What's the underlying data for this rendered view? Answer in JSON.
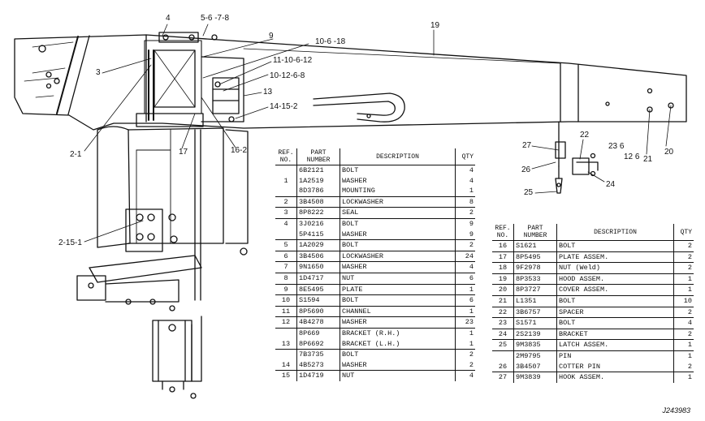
{
  "callouts": {
    "c4": "4",
    "c5678": "5-6 -7-8",
    "c9": "9",
    "c10618": "10-6 -18",
    "c3": "3",
    "c1106": "11-10-6-12",
    "c1012": "10-12-6-8",
    "c13": "13",
    "c14152": "14-15-2",
    "c21": "2-1",
    "c17": "17",
    "c162": "16-2",
    "c19": "19",
    "c27": "27",
    "c22": "22",
    "c236": "23 6",
    "c126": "12 6",
    "c26": "26",
    "c21b": "21",
    "c20": "20",
    "c24": "24",
    "c25": "25",
    "c2151": "2-15-1"
  },
  "table_left": {
    "headers": {
      "ref": "REF. NO.",
      "part": "PART NUMBER",
      "desc": "DESCRIPTION",
      "qty": "QTY"
    },
    "rows": [
      {
        "ref": "",
        "part": "6B2121",
        "desc": "BOLT",
        "qty": "4",
        "grp": true
      },
      {
        "ref": "1",
        "part": "1A2519",
        "desc": "WASHER",
        "qty": "4"
      },
      {
        "ref": "",
        "part": "8D3786",
        "desc": "MOUNTING",
        "qty": "1"
      },
      {
        "ref": "2",
        "part": "3B4508",
        "desc": "LOCKWASHER",
        "qty": "8",
        "grp": true
      },
      {
        "ref": "3",
        "part": "8P8222",
        "desc": "SEAL",
        "qty": "2",
        "grp": true
      },
      {
        "ref": "4",
        "part": "3J0216",
        "desc": "BOLT",
        "qty": "9",
        "grp": true
      },
      {
        "ref": "",
        "part": "5P4115",
        "desc": "WASHER",
        "qty": "9"
      },
      {
        "ref": "5",
        "part": "1A2029",
        "desc": "BOLT",
        "qty": "2",
        "grp": true
      },
      {
        "ref": "6",
        "part": "3B4506",
        "desc": "LOCKWASHER",
        "qty": "24",
        "grp": true
      },
      {
        "ref": "7",
        "part": "9N1650",
        "desc": "WASHER",
        "qty": "4",
        "grp": true
      },
      {
        "ref": "8",
        "part": "1D4717",
        "desc": "NUT",
        "qty": "6",
        "grp": true
      },
      {
        "ref": "9",
        "part": "8E5495",
        "desc": "PLATE",
        "qty": "1",
        "grp": true
      },
      {
        "ref": "10",
        "part": "S1594",
        "desc": "BOLT",
        "qty": "6",
        "grp": true
      },
      {
        "ref": "11",
        "part": "8P5690",
        "desc": "CHANNEL",
        "qty": "1",
        "grp": true
      },
      {
        "ref": "12",
        "part": "4B4278",
        "desc": "WASHER",
        "qty": "23",
        "grp": true
      },
      {
        "ref": "",
        "part": "8P669",
        "desc": "BRACKET (R.H.)",
        "qty": "1",
        "grp": true
      },
      {
        "ref": "13",
        "part": "8P6692",
        "desc": "BRACKET (L.H.)",
        "qty": "1"
      },
      {
        "ref": "",
        "part": "7B3735",
        "desc": "BOLT",
        "qty": "2",
        "grp": true
      },
      {
        "ref": "14",
        "part": "4B5273",
        "desc": "WASHER",
        "qty": "2"
      },
      {
        "ref": "15",
        "part": "1D4719",
        "desc": "NUT",
        "qty": "4",
        "grp": true
      }
    ]
  },
  "table_right": {
    "headers": {
      "ref": "REF. NO.",
      "part": "PART NUMBER",
      "desc": "DESCRIPTION",
      "qty": "QTY"
    },
    "rows": [
      {
        "ref": "16",
        "part": "S1621",
        "desc": "BOLT",
        "qty": "2",
        "grp": true
      },
      {
        "ref": "17",
        "part": "8P5495",
        "desc": "PLATE ASSEM.",
        "qty": "2",
        "grp": true
      },
      {
        "ref": "18",
        "part": "9F2978",
        "desc": "NUT (Weld)",
        "qty": "2",
        "grp": true
      },
      {
        "ref": "19",
        "part": "8P3533",
        "desc": "HOOD ASSEM.",
        "qty": "1",
        "grp": true
      },
      {
        "ref": "20",
        "part": "8P3727",
        "desc": "COVER ASSEM.",
        "qty": "1",
        "grp": true
      },
      {
        "ref": "21",
        "part": "L1351",
        "desc": "BOLT",
        "qty": "10",
        "grp": true
      },
      {
        "ref": "22",
        "part": "3B6757",
        "desc": "SPACER",
        "qty": "2",
        "grp": true
      },
      {
        "ref": "23",
        "part": "S1571",
        "desc": "BOLT",
        "qty": "4",
        "grp": true
      },
      {
        "ref": "24",
        "part": "2S2139",
        "desc": "BRACKET",
        "qty": "2",
        "grp": true
      },
      {
        "ref": "25",
        "part": "9M3835",
        "desc": "LATCH ASSEM.",
        "qty": "1",
        "grp": true
      },
      {
        "ref": "",
        "part": "2M9795",
        "desc": "PIN",
        "qty": "1",
        "grp": true
      },
      {
        "ref": "26",
        "part": "3B4507",
        "desc": "COTTER PIN",
        "qty": "2"
      },
      {
        "ref": "27",
        "part": "9M3839",
        "desc": "HOOK ASSEM.",
        "qty": "1",
        "grp": true
      }
    ]
  },
  "figure_code": "J243983"
}
